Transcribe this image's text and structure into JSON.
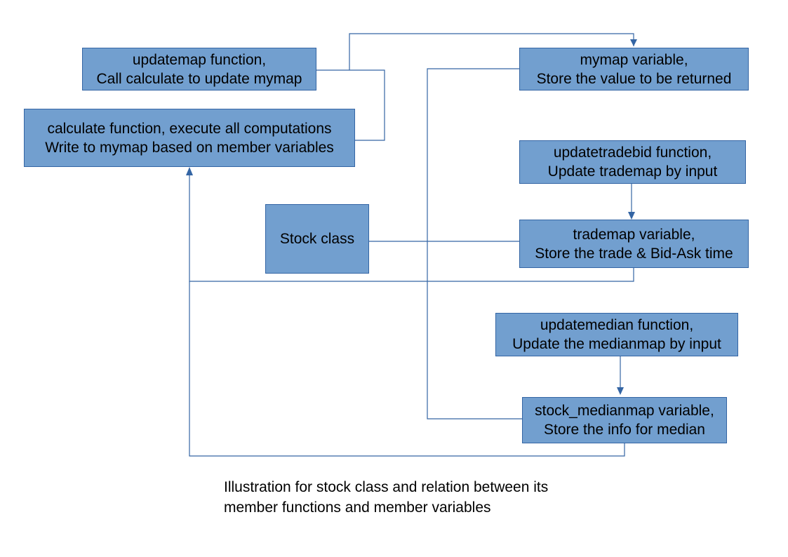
{
  "diagram": {
    "nodes": {
      "updatemap": {
        "line1": "updatemap function,",
        "line2": "Call calculate to update mymap"
      },
      "calculate": {
        "line1": "calculate function, execute all computations",
        "line2": "Write to mymap based on member variables"
      },
      "mymap": {
        "line1": "mymap variable,",
        "line2": "Store the value to be returned"
      },
      "updatetradebid": {
        "line1": "updatetradebid function,",
        "line2": "Update trademap by input"
      },
      "stock_class": {
        "line1": "Stock class"
      },
      "trademap": {
        "line1": "trademap variable,",
        "line2": "Store the trade & Bid-Ask time"
      },
      "updatemedian": {
        "line1": "updatemedian function,",
        "line2": "Update the medianmap by input"
      },
      "stock_medianmap": {
        "line1": "stock_medianmap variable,",
        "line2": "Store the info for median"
      }
    },
    "caption": {
      "line1": "Illustration for stock class and relation between its",
      "line2": "member functions and member variables"
    }
  },
  "colors": {
    "box_fill": "#729fcf",
    "box_border": "#3465a4",
    "connector": "#3465a4"
  }
}
